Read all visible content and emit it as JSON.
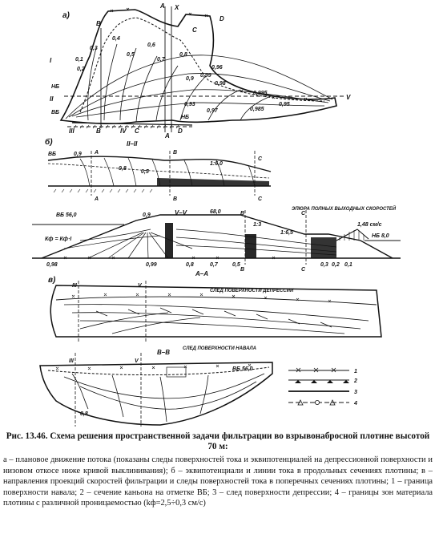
{
  "panels": {
    "a": {
      "letter": "а)",
      "section_roman": [
        "I",
        "II",
        "III",
        "IV",
        "V"
      ],
      "letters": [
        "A",
        "A",
        "B",
        "B",
        "C",
        "C",
        "D",
        "D",
        "X"
      ],
      "values": [
        "0,1",
        "0,2",
        "0,3",
        "0,4",
        "0,5",
        "0,6",
        "0,7",
        "0,8",
        "0,9",
        "0,99",
        "0,96",
        "0,98",
        "0,995",
        "0,93",
        "0,97",
        "0,985",
        "0,95"
      ],
      "water_marks": [
        "НБ",
        "ВБ",
        "НБ"
      ]
    },
    "b": {
      "letter": "б)",
      "section_title": "II–II",
      "letters": [
        "A",
        "A",
        "B",
        "B",
        "C",
        "C"
      ],
      "values": [
        "0,9",
        "0,8",
        "0,5",
        "1:6,0"
      ],
      "water_marks": [
        "ВБ"
      ]
    },
    "c": {
      "section_title": "V–V",
      "section_title_2": "A–A",
      "epure_label": "ЭПЮРА ПОЛНЫХ ВЫХОДНЫХ СКОРОСТЕЙ",
      "velocity_label": "1,48 см/с",
      "values": [
        "0,9",
        "0,8",
        "0,7",
        "0,5",
        "0,3",
        "0,2",
        "0,1",
        "0,98",
        "0,99",
        "68,0",
        "1:3",
        "1:6,5"
      ],
      "letters": [
        "B",
        "B",
        "C",
        "C"
      ],
      "water_marks": [
        "ВБ 56,0",
        "НБ 8,0",
        "Кф = Кф·I"
      ]
    },
    "d": {
      "letter": "в)",
      "section_roman": [
        "III",
        "V"
      ],
      "surface_label": "СЛЕД ПОВЕРХНОСТИ ДЕПРЕССИИ"
    },
    "e": {
      "section_title": "В–В",
      "section_roman": [
        "III",
        "V"
      ],
      "surface_label": "СЛЕД ПОВЕРХНОСТИ НАВАЛА",
      "water_mark": "ВБ 56,0",
      "values": [
        "0,8"
      ]
    }
  },
  "legend": [
    {
      "number": "1"
    },
    {
      "number": "2"
    },
    {
      "number": "3"
    },
    {
      "number": "4"
    }
  ],
  "caption": {
    "title": "Рис. 13.46. Схема решения пространственной задачи фильтрации во взрывонабросной плотине высотой 70 м:",
    "body": "а – плановое движение потока (показаны следы поверхностей тока и эквипотенциалей на депрессионной поверхности и низовом откосе ниже кривой выклинивания); б – эквипотенциали и линии тока в продольных сечениях плотины; в – направления проекций скоростей фильтрации и следы поверхностей тока в поперечных сечениях плотины; 1 – граница поверхности навала; 2 – сечение каньона на отметке ВБ; 3 – след поверхности депрессии; 4 – границы зон материала плотины с различной проницаемостью (kф=2,5÷0,3 см/с)"
  }
}
